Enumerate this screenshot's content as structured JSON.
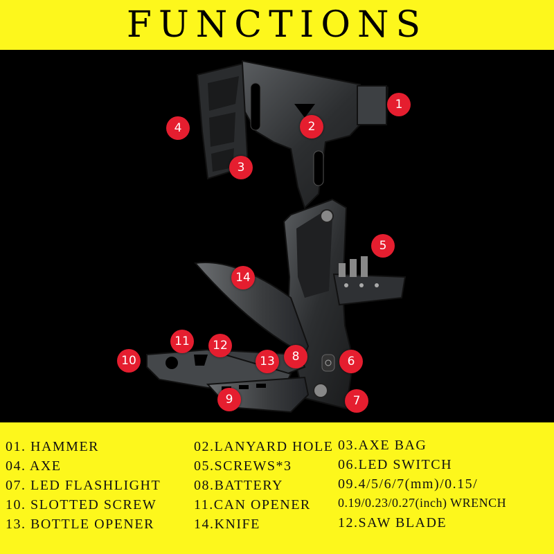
{
  "title": "FUNCTIONS",
  "colors": {
    "banner": "#fdf71c",
    "badge": "#e51e2f",
    "background": "#000000"
  },
  "callouts": [
    {
      "num": "1"
    },
    {
      "num": "2"
    },
    {
      "num": "3"
    },
    {
      "num": "4"
    },
    {
      "num": "5"
    },
    {
      "num": "6"
    },
    {
      "num": "7"
    },
    {
      "num": "8"
    },
    {
      "num": "9"
    },
    {
      "num": "10"
    },
    {
      "num": "11"
    },
    {
      "num": "12"
    },
    {
      "num": "13"
    },
    {
      "num": "14"
    }
  ],
  "legend": {
    "col1": [
      "01. HAMMER",
      "04. AXE",
      "07. LED FLASHLIGHT",
      "10. SLOTTED SCREW",
      "13. BOTTLE OPENER"
    ],
    "col2": [
      "02.LANYARD HOLE",
      "05.SCREWS*3",
      "08.BATTERY",
      "11.CAN OPENER",
      "14.KNIFE"
    ],
    "col3": [
      "03.AXE BAG",
      "06.LED SWITCH",
      "09.4/5/6/7(mm)/0.15/",
      "0.19/0.23/0.27(inch) WRENCH",
      "12.SAW BLADE"
    ]
  }
}
